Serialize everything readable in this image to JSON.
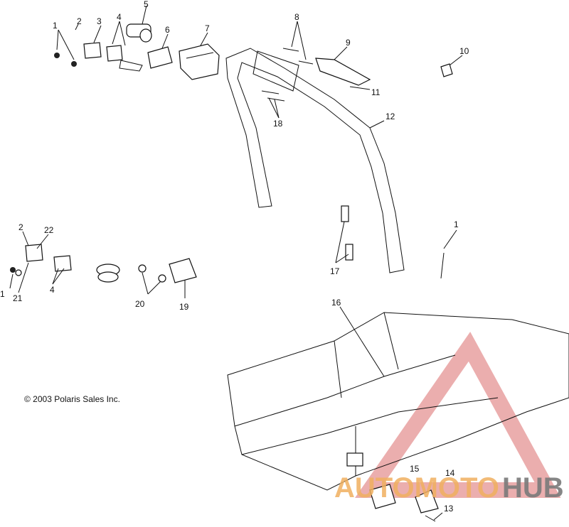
{
  "copyright": "© 2003 Polaris Sales Inc.",
  "watermark": {
    "word_part1": "AUTOMOTO",
    "word_part2": "HUB",
    "color_red": "#e8a0a0",
    "color_orange": "#f0b060",
    "color_gray": "#7a7a7a"
  },
  "callouts": {
    "c1a": "1",
    "c2a": "2",
    "c3": "3",
    "c4a": "4",
    "c5": "5",
    "c6": "6",
    "c7": "7",
    "c8": "8",
    "c9": "9",
    "c10": "10",
    "c11": "11",
    "c12": "12",
    "c18": "18",
    "c2b": "2",
    "c22": "22",
    "c1b": "1",
    "c21": "21",
    "c4b": "4",
    "c20": "20",
    "c19": "19",
    "c17": "17",
    "c1c": "1",
    "c16": "16",
    "c15": "15",
    "c14": "14",
    "c13": "13"
  }
}
